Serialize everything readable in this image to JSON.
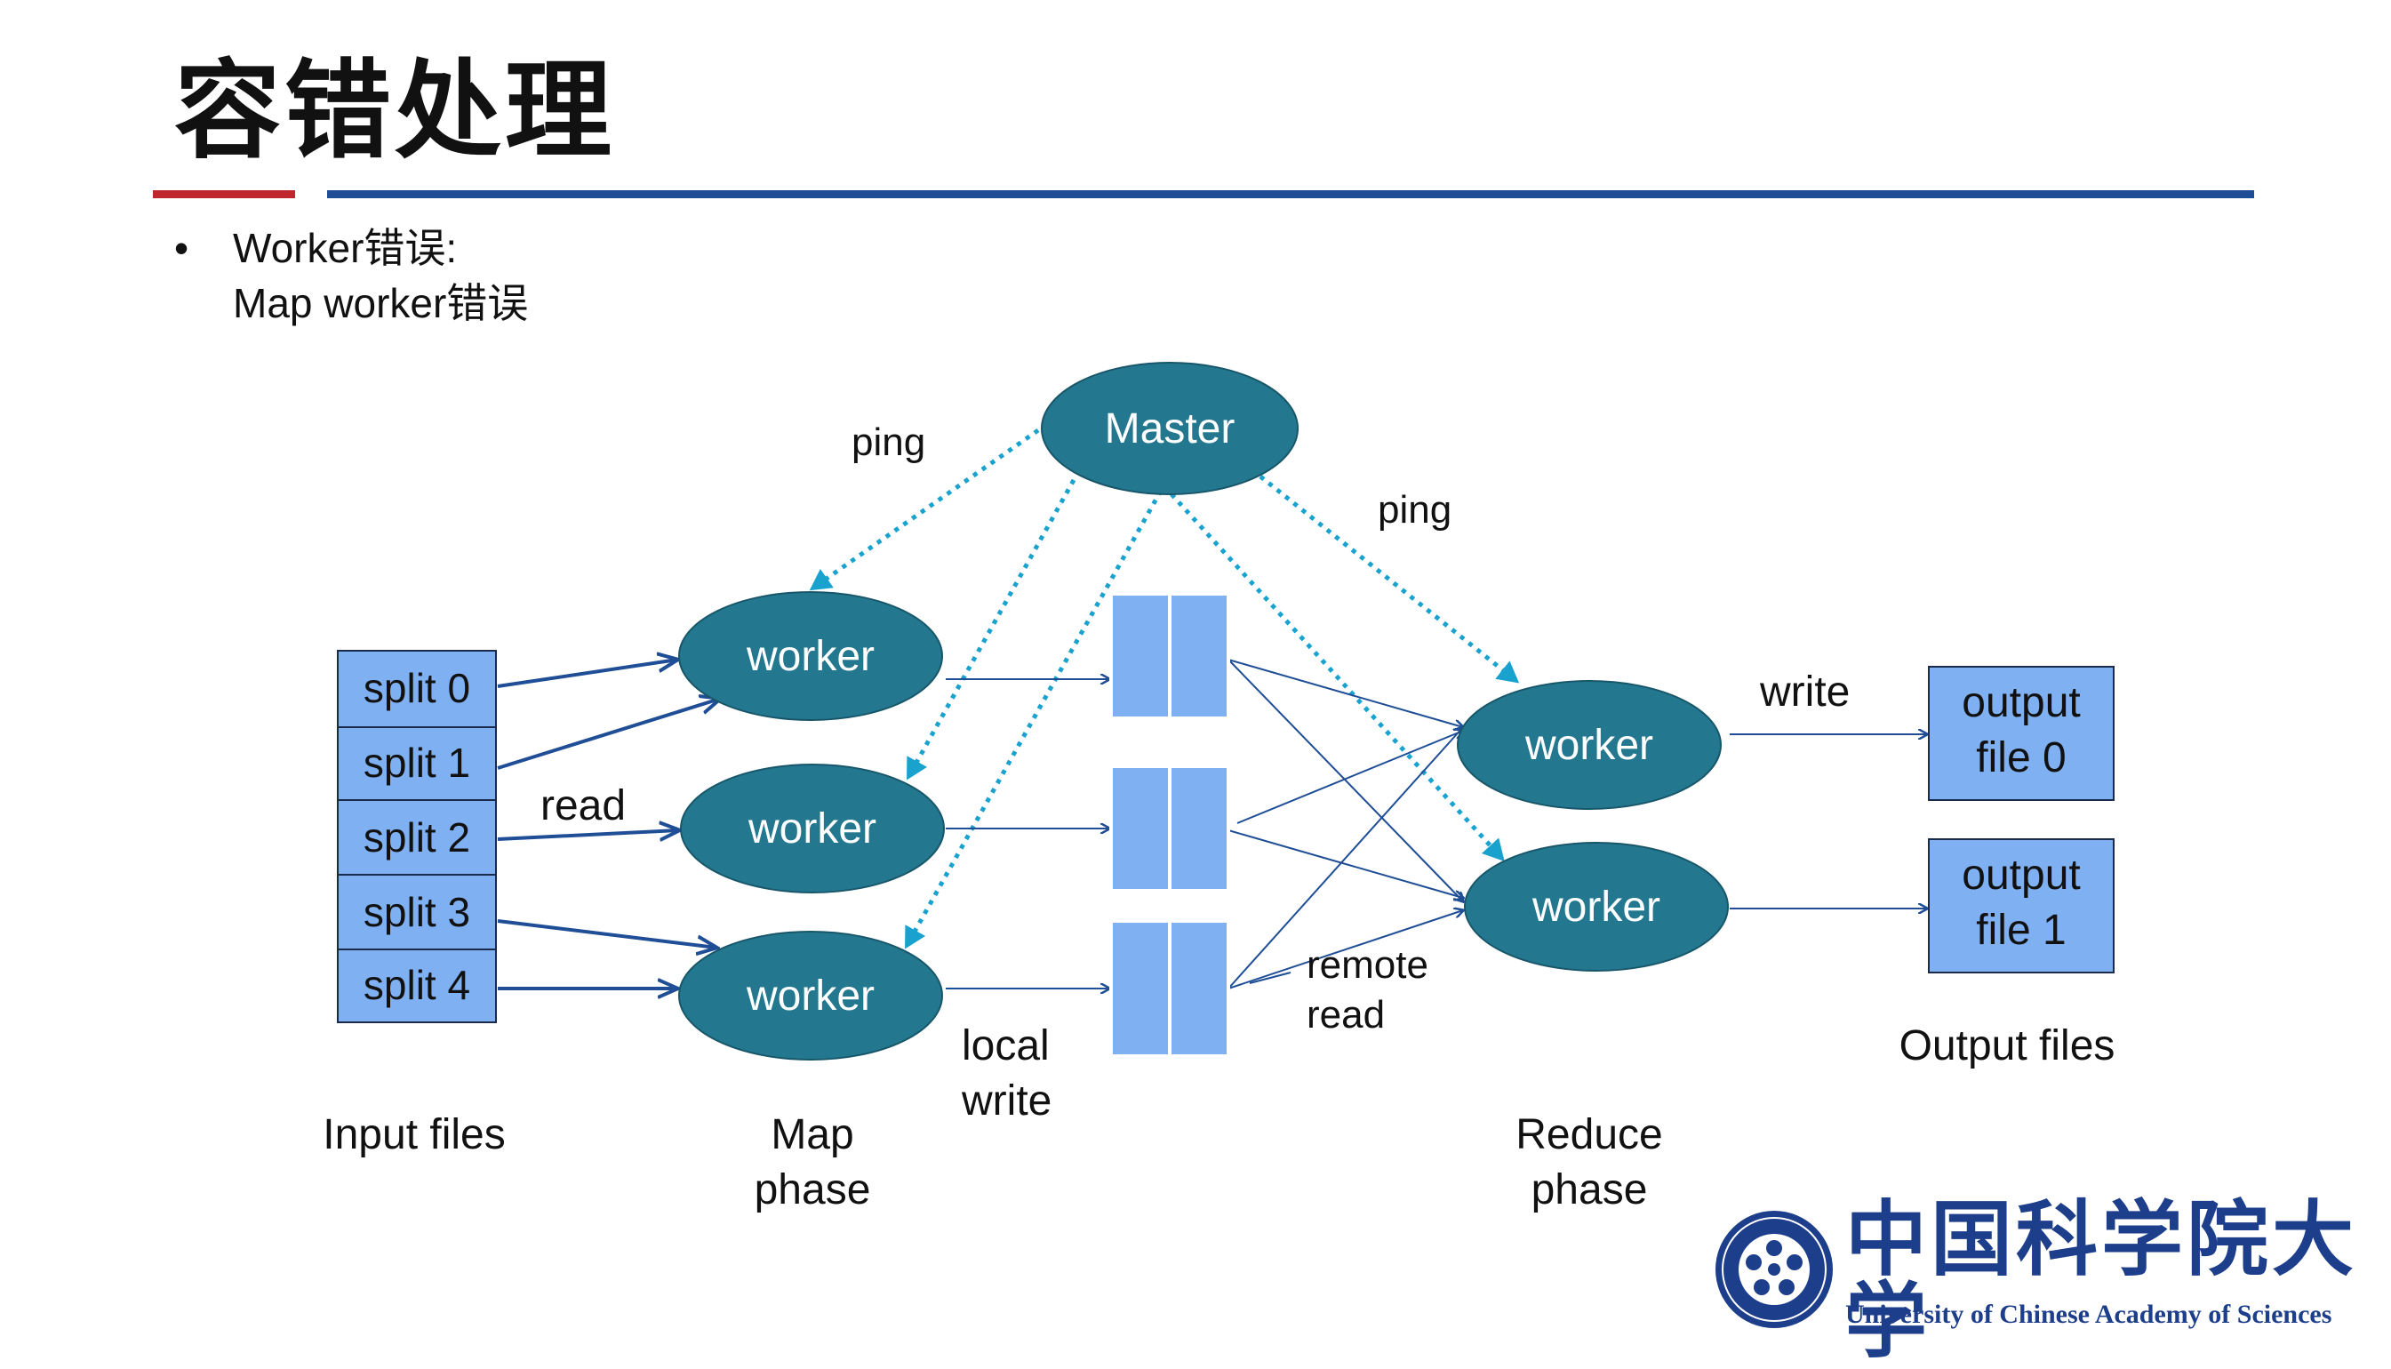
{
  "slide": {
    "title": "容错处理",
    "bullet_line1": "Worker错误:",
    "bullet_line2": "Map worker错误",
    "bullet_symbol": "•"
  },
  "diagram": {
    "master": "Master",
    "worker": "worker",
    "splits": [
      "split 0",
      "split 1",
      "split 2",
      "split 3",
      "split 4"
    ],
    "outputs": [
      {
        "line1": "output",
        "line2": "file 0"
      },
      {
        "line1": "output",
        "line2": "file 1"
      }
    ],
    "labels": {
      "ping_left": "ping",
      "ping_right": "ping",
      "read": "read",
      "local": "local",
      "write_local": "write",
      "remote": "remote",
      "read_remote": "read",
      "write": "write",
      "input_files": "Input files",
      "map": "Map",
      "map_phase": "phase",
      "reduce": "Reduce",
      "reduce_phase": "phase",
      "output_files": "Output files"
    }
  },
  "logo": {
    "name_cn": "中国科学院大学",
    "name_en": "University of  Chinese Academy of Sciences"
  },
  "colors": {
    "worker_fill": "#23788f",
    "split_fill": "#7fb1f2",
    "arrow_blue": "#1f4e96",
    "ping_dotted": "#1aa2cf",
    "rule_red": "#c0262d",
    "rule_blue": "#1f4e96"
  }
}
